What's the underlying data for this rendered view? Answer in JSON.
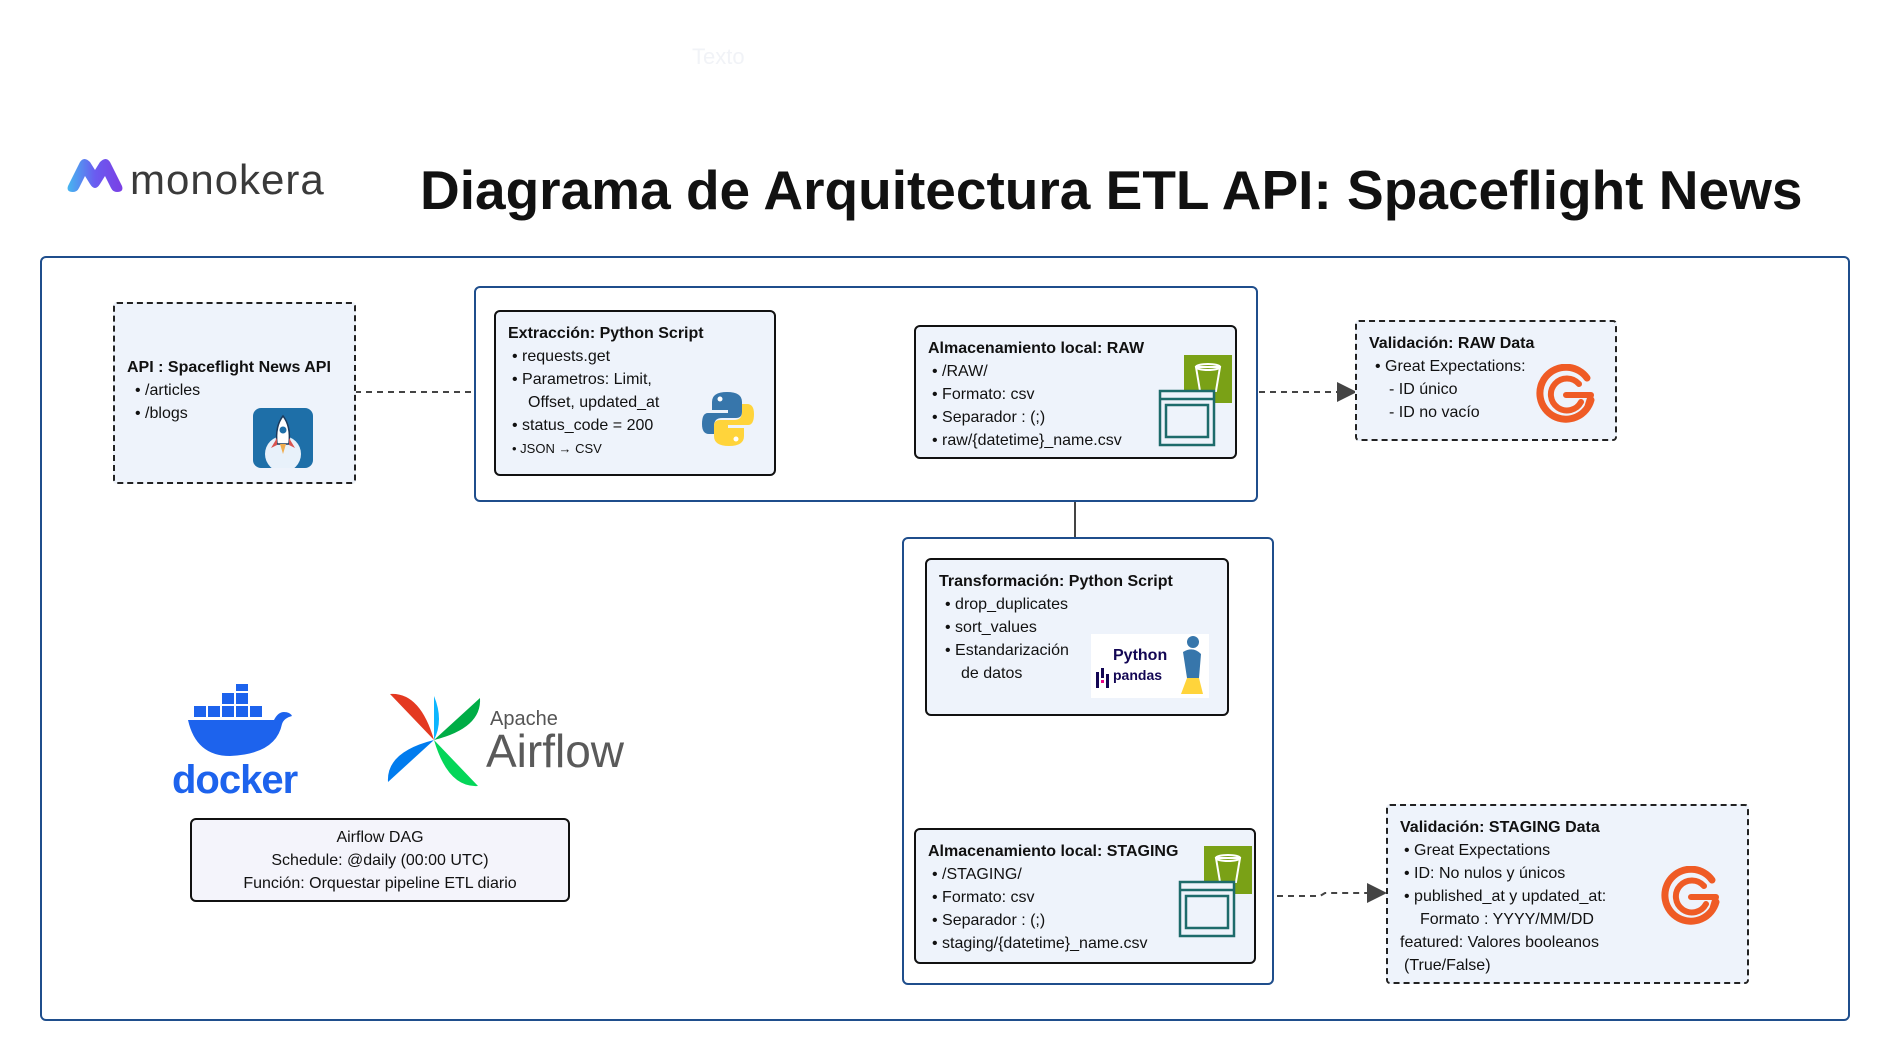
{
  "ghost_text": "Texto",
  "brand": {
    "name": "monokera"
  },
  "title": "Diagrama de Arquitectura ETL API: Spaceflight News",
  "api_box": {
    "title": "API : Spaceflight News API",
    "items": [
      "/articles",
      "/blogs"
    ]
  },
  "extraction_box": {
    "title": "Extracción: Python Script",
    "items": [
      "requests.get",
      "Parametros: Limit,",
      "Offset, updated_at",
      "status_code = 200",
      "JSON → CSV"
    ]
  },
  "raw_storage_box": {
    "title": "Almacenamiento local: RAW",
    "items": [
      "/RAW/",
      "Formato: csv",
      "Separador : (;)",
      "raw/{datetime}_name.csv"
    ]
  },
  "raw_validation_box": {
    "title": "Validación: RAW Data",
    "items": [
      "Great Expectations:",
      "- ID único",
      "- ID no vacío"
    ]
  },
  "transform_box": {
    "title": "Transformación: Python Script",
    "items": [
      "drop_duplicates",
      "sort_values",
      "Estandarización",
      "de datos"
    ],
    "pandas_logo": {
      "python": "Python",
      "pandas": "pandas"
    }
  },
  "staging_storage_box": {
    "title": "Almacenamiento local: STAGING",
    "items": [
      "/STAGING/",
      "Formato: csv",
      "Separador : (;)",
      "staging/{datetime}_name.csv"
    ]
  },
  "staging_validation_box": {
    "title": "Validación: STAGING Data",
    "items": [
      "Great Expectations",
      "ID: No nulos y únicos",
      "published_at y updated_at:",
      "Formato : YYYY/MM/DD",
      "featured: Valores booleanos",
      "(True/False)"
    ]
  },
  "docker": {
    "label": "docker"
  },
  "airflow": {
    "apache": "Apache",
    "name": "Airflow"
  },
  "airflow_dag_box": {
    "line1": "Airflow DAG",
    "line2": "Schedule: @daily (00:00 UTC)",
    "line3": "Función: Orquestar pipeline ETL diario"
  },
  "colors": {
    "border": "#1f4e8c",
    "box_bg": "#eef3fb",
    "ge_orange": "#ef5b25",
    "python_blue": "#3776ab",
    "python_yellow": "#ffd43b",
    "aws_green": "#7aa116",
    "docker_blue": "#1d63ed"
  }
}
